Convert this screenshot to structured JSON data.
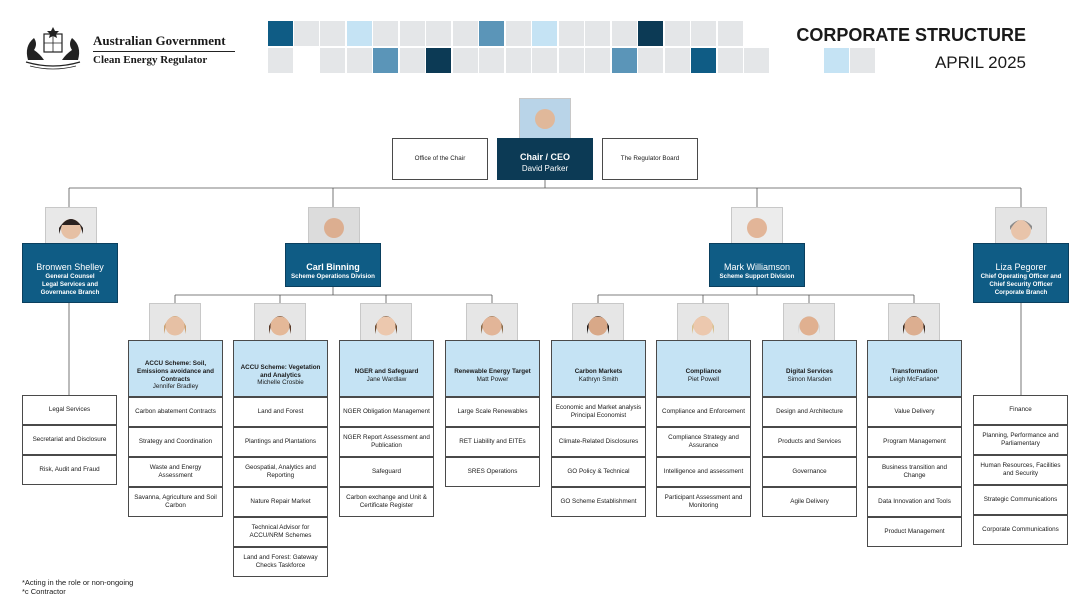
{
  "header": {
    "gov_name": "Australian Government",
    "agency_name": "Clean Energy Regulator",
    "title": "CORPORATE STRUCTURE",
    "date": "APRIL 2025",
    "logo_icon": "coat-of-arms-icon"
  },
  "colors": {
    "dark_blue": "#0f5c85",
    "light_blue": "#c5e3f4",
    "navy": "#0c3a55"
  },
  "top": {
    "left_box": "Office of the Chair",
    "right_box": "The Regulator Board",
    "chair_role": "Chair / CEO",
    "chair_name": "David Parker"
  },
  "branches": {
    "bronwen": {
      "name": "Bronwen Shelley",
      "role": "General Counsel",
      "unit": "Legal Services and Governance Branch"
    },
    "carl": {
      "name": "Carl Binning",
      "unit": "Scheme Operations Division"
    },
    "mark": {
      "name": "Mark Williamson",
      "unit": "Scheme Support Division"
    },
    "liza": {
      "name": "Liza Pegorer",
      "role": "Chief Operating Officer and Chief Security Officer",
      "unit": "Corporate Branch"
    }
  },
  "units": [
    {
      "title": "ACCU Scheme: Soil, Emissions avoidance and Contracts",
      "person": "Jennifer Bradley",
      "items": [
        "Carbon abatement Contracts",
        "Strategy and Coordination",
        "Waste and Energy Assessment",
        "Savanna, Agriculture and Soil Carbon"
      ]
    },
    {
      "title": "ACCU Scheme: Vegetation and Analytics",
      "person": "Michelle Crosbie",
      "items": [
        "Land and Forest",
        "Plantings and Plantations",
        "Geospatial, Analytics and Reporting",
        "Nature Repair Market",
        "Technical Advisor for ACCU/NRM Schemes",
        "Land and Forest: Gateway Checks Taskforce"
      ]
    },
    {
      "title": "NGER and Safeguard",
      "person": "Jane Wardlaw",
      "items": [
        "NGER Obligation Management",
        "NGER Report Assessment and Publication",
        "Safeguard",
        "Carbon exchange and Unit & Certificate Register"
      ]
    },
    {
      "title": "Renewable Energy Target",
      "person": "Matt Power",
      "items": [
        "Large Scale Renewables",
        "RET Liability and EITEs",
        "SRES Operations"
      ]
    },
    {
      "title": "Carbon Markets",
      "person": "Kathryn Smith",
      "items": [
        "Economic and Market analysis Principal Economist",
        "Climate-Related Disclosures",
        "GO Policy & Technical",
        "GO Scheme Establishment"
      ]
    },
    {
      "title": "Compliance",
      "person": "Piet Powell",
      "items": [
        "Compliance and Enforcement",
        "Compliance Strategy and Assurance",
        "Intelligence and assessment",
        "Participant Assessment and Monitoring"
      ]
    },
    {
      "title": "Digital Services",
      "person": "Simon Marsden",
      "items": [
        "Design and Architecture",
        "Products and Services",
        "Governance",
        "Agile Delivery"
      ]
    },
    {
      "title": "Transformation",
      "person": "Leigh McFarlane*",
      "items": [
        "Value Delivery",
        "Program Management",
        "Business transition and Change",
        "Data Innovation and Tools",
        "Product Management"
      ]
    }
  ],
  "legal_items": [
    "Legal Services",
    "Secretariat and Disclosure",
    "Risk, Audit and Fraud"
  ],
  "corporate_items": [
    "Finance",
    "Planning, Performance and Parliamentary",
    "Human Resources, Facilities and Security",
    "Strategic Communications",
    "Corporate Communications"
  ],
  "footnotes": [
    "*Acting in the role or non-ongoing",
    "*c Contractor"
  ]
}
